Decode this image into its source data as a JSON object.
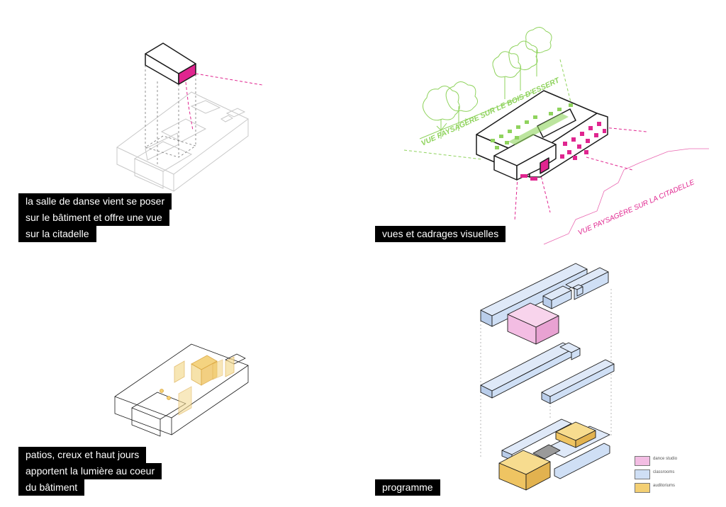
{
  "colors": {
    "pink": "#e0258f",
    "pink_light": "#f3bde3",
    "green": "#8fd35d",
    "blue_light": "#cfdff5",
    "yellow": "#f3cf73",
    "outline": "#1a1a1a",
    "ghost": "#c8c8c8"
  },
  "panels": {
    "dance_hall": {
      "caption": [
        "la salle de danse vient se poser",
        "sur le bâtiment et offre une vue",
        "sur la citadelle"
      ]
    },
    "views": {
      "caption": [
        "vues et cadrages visuelles"
      ],
      "label_bois": "VUE PAYSAGÈRE SUR LE BOIS D'ESSERT",
      "label_citadelle": "VUE PAYSAGÈRE SUR LA CITADELLE"
    },
    "patios": {
      "caption": [
        "patios, creux et haut jours",
        "apportent la lumière au coeur",
        "du bâtiment"
      ]
    },
    "programme": {
      "caption": [
        "programme"
      ],
      "legend": [
        {
          "label": "dance studio",
          "color": "#f3bde3"
        },
        {
          "label": "classrooms",
          "color": "#cfdff5"
        },
        {
          "label": "auditoriums",
          "color": "#f3cf73"
        }
      ]
    }
  }
}
